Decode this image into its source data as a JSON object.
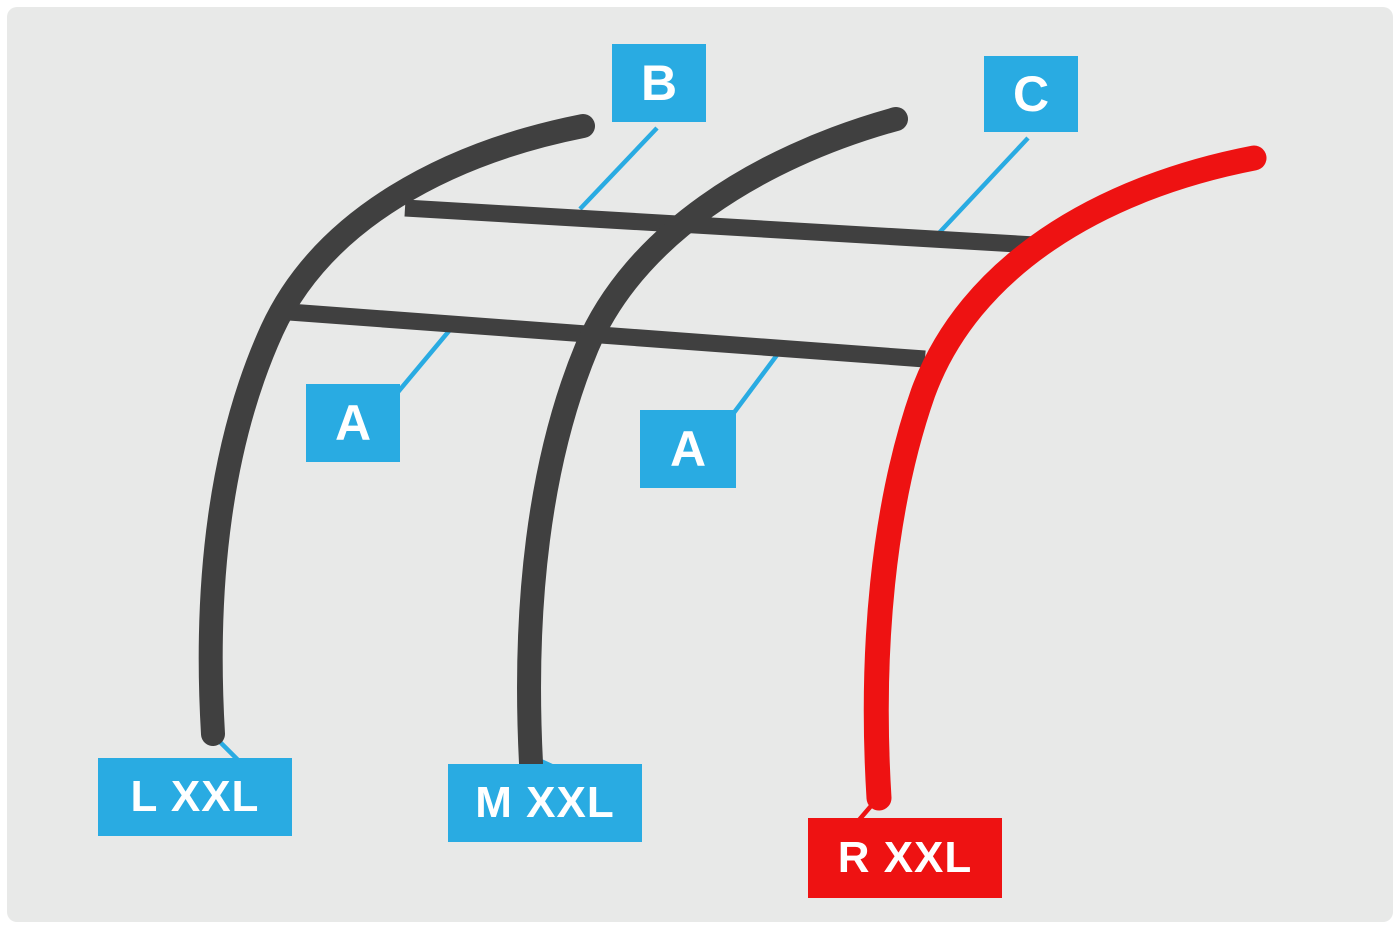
{
  "colors": {
    "canvas_bg": "#e8e9e8",
    "frame_bg": "#ffffff",
    "pole": "#404040",
    "crossbar": "#404040",
    "highlight": "#ee1212",
    "leader": "#29abe2",
    "label_bg": "#29abe2",
    "label_text": "#ffffff"
  },
  "labels": {
    "crossbar_top_left": "B",
    "crossbar_top_right": "C",
    "crossbar_bottom_left": "A",
    "crossbar_bottom_right": "A",
    "pole_left": "L XXL",
    "pole_middle": "M XXL",
    "pole_right": "R XXL"
  }
}
